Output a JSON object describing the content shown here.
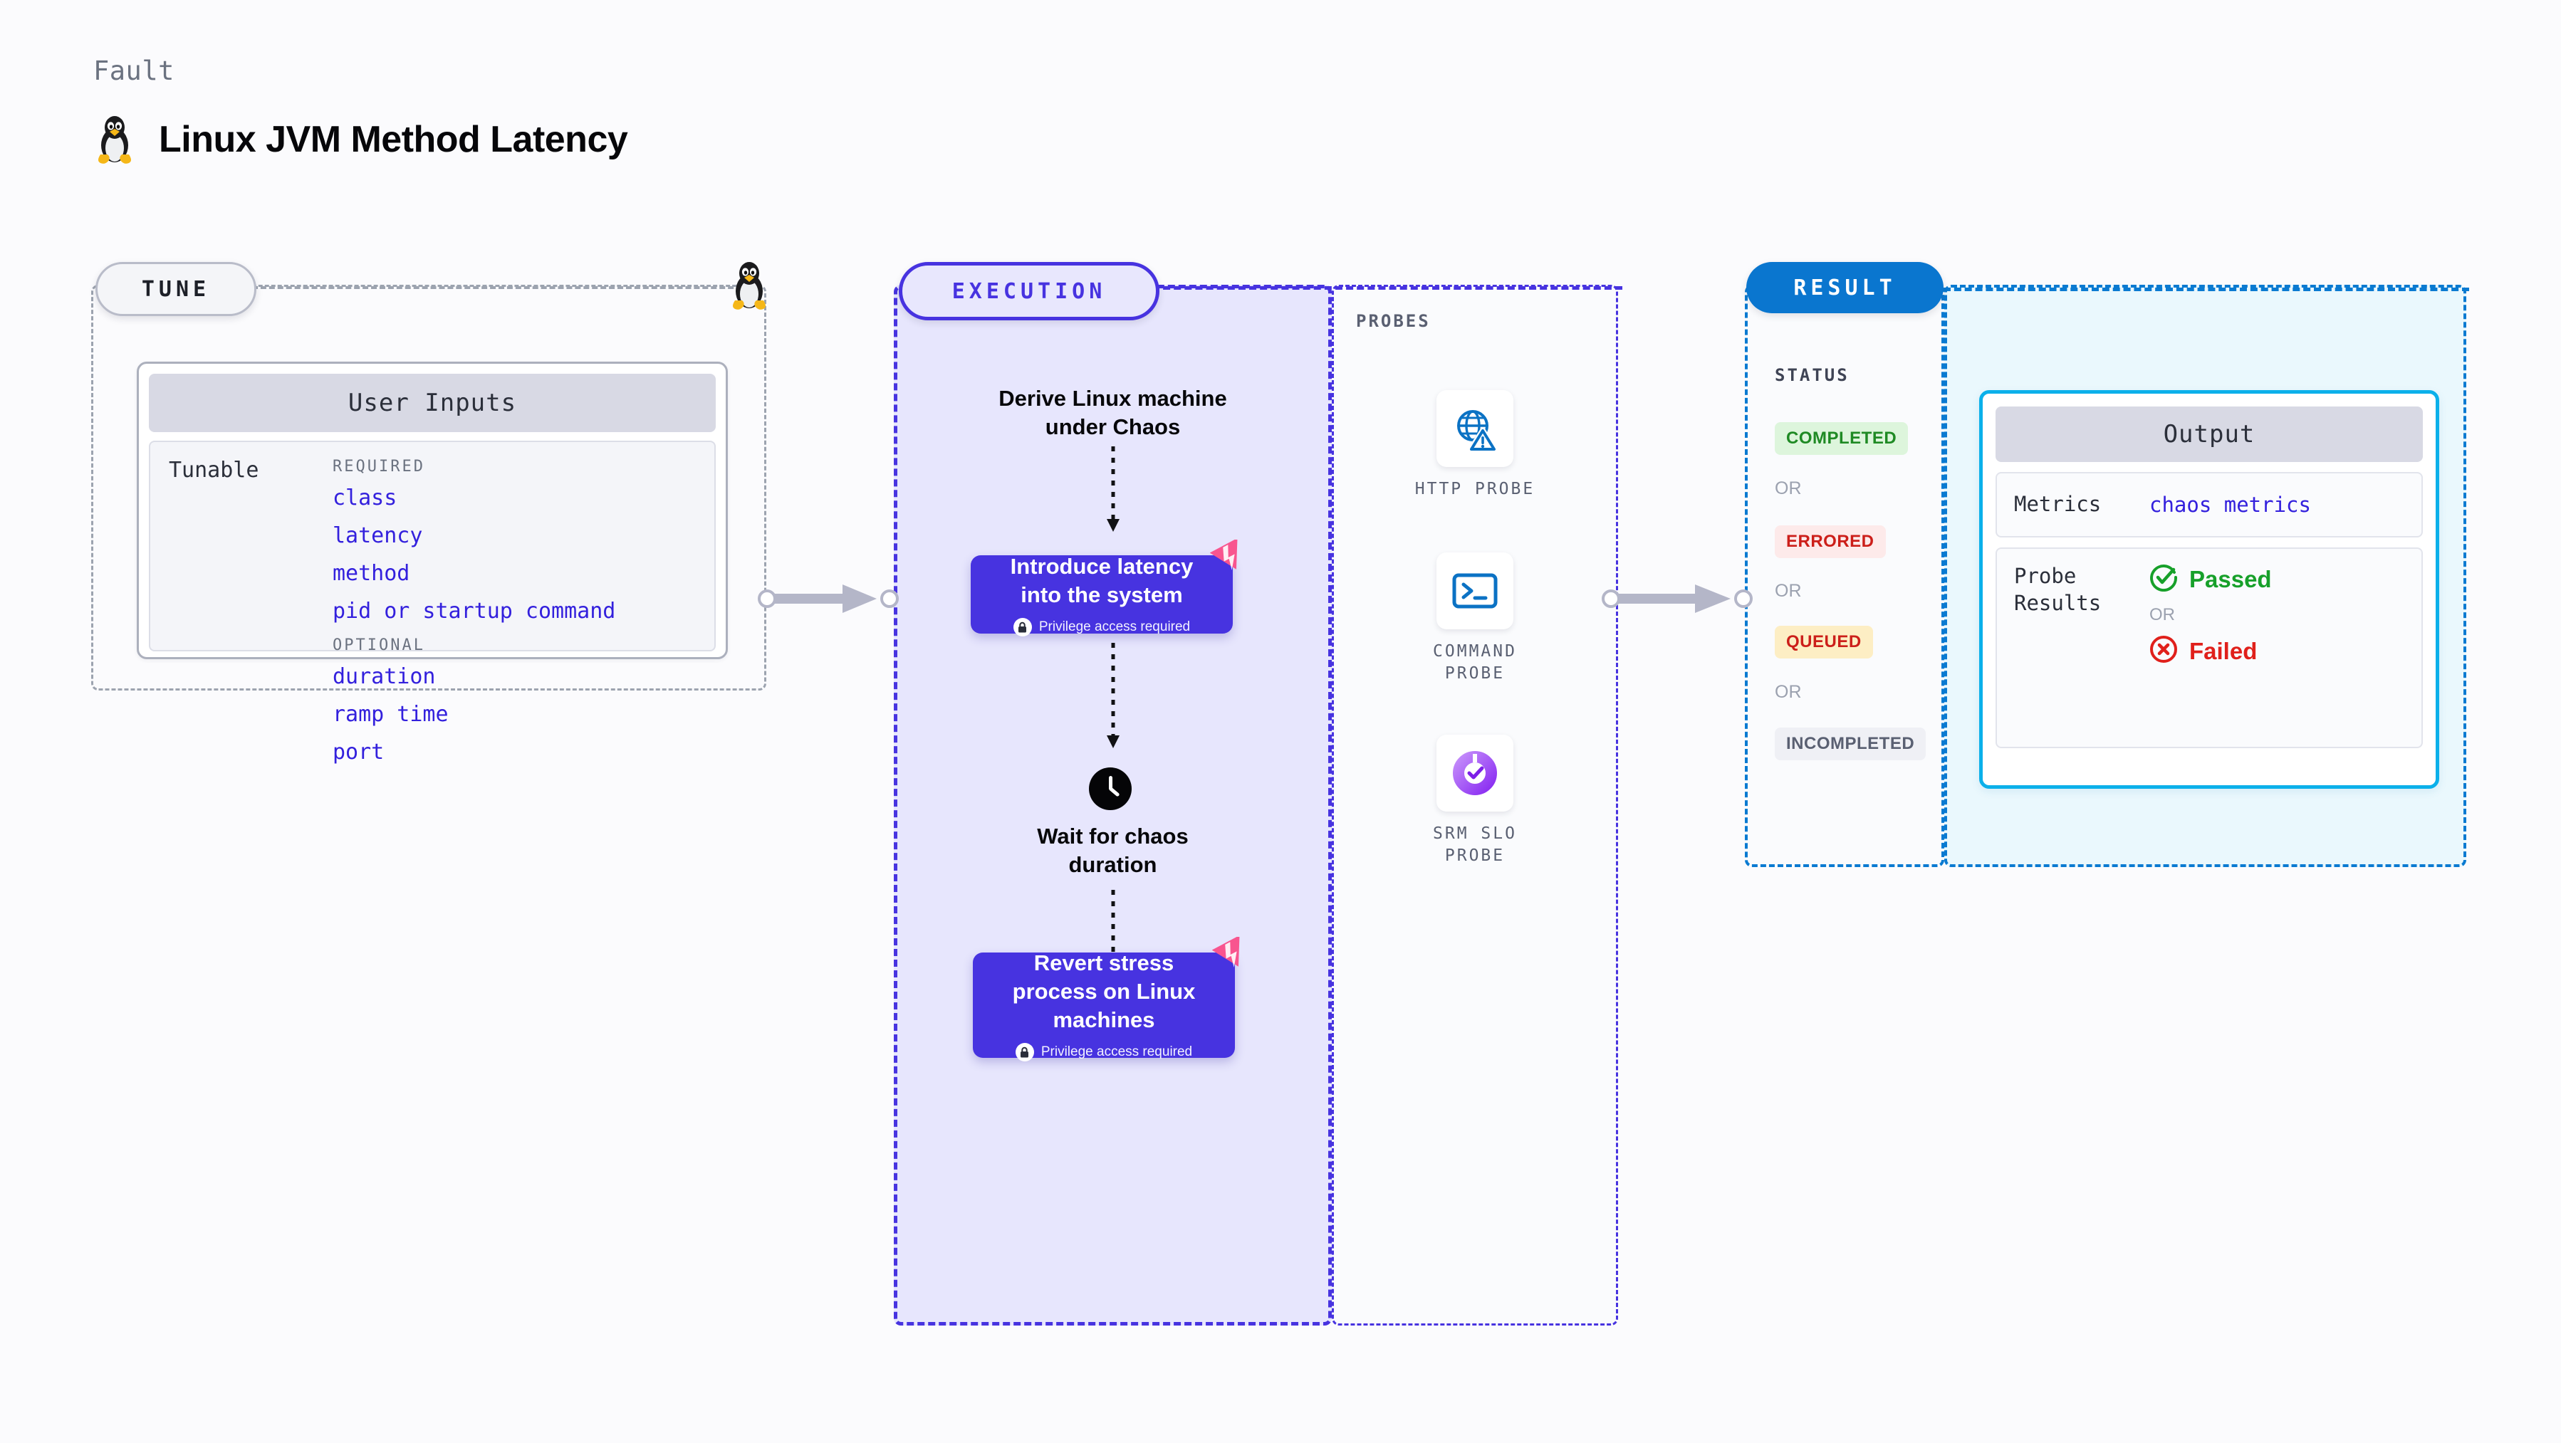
{
  "header": {
    "kicker": "Fault",
    "title": "Linux JVM Method Latency",
    "icon": "linux-penguin-icon"
  },
  "tune": {
    "pill_label": "TUNE",
    "card_title": "User Inputs",
    "tunable_label": "Tunable",
    "groups": [
      {
        "title": "REQUIRED",
        "params": [
          "class",
          "latency",
          "method",
          "pid or startup command"
        ]
      },
      {
        "title": "OPTIONAL",
        "params": [
          "duration",
          "ramp time",
          "port"
        ]
      }
    ]
  },
  "execution": {
    "pill_label": "EXECUTION",
    "step1_text": "Derive Linux machine\nunder Chaos",
    "card1": {
      "title": "Introduce latency\ninto the system",
      "privilege": "Privilege access required",
      "lock_icon": "lock-icon",
      "corner_icon": "harness-chaos-badge-icon"
    },
    "wait_text": "Wait for chaos\nduration",
    "clock_icon": "clock-icon",
    "card2": {
      "title": "Revert stress\nprocess on Linux\nmachines",
      "privilege": "Privilege access required",
      "lock_icon": "lock-icon",
      "corner_icon": "harness-chaos-badge-icon"
    }
  },
  "probes": {
    "section_label": "PROBES",
    "items": [
      {
        "label": "HTTP PROBE",
        "icon": "globe-warning-icon"
      },
      {
        "label": "COMMAND\nPROBE",
        "icon": "terminal-icon"
      },
      {
        "label": "SRM SLO\nPROBE",
        "icon": "srm-slo-donut-icon"
      }
    ]
  },
  "result": {
    "pill_label": "RESULT",
    "status_label": "STATUS",
    "or_label": "OR",
    "statuses": [
      {
        "text": "COMPLETED",
        "bg": "#ddf5dc",
        "fg": "#1f8a24"
      },
      {
        "text": "ERRORED",
        "bg": "#fdeaea",
        "fg": "#cc1f1a"
      },
      {
        "text": "QUEUED",
        "bg": "#fdeec4",
        "fg": "#cc1f1a"
      },
      {
        "text": "INCOMPLETED",
        "bg": "#eff0f5",
        "fg": "#5a6072"
      }
    ],
    "output": {
      "card_title": "Output",
      "metrics_key": "Metrics",
      "metrics_value": "chaos metrics",
      "probe_results_key": "Probe\nResults",
      "passed_label": "Passed",
      "failed_label": "Failed",
      "or_label": "OR",
      "passed_icon": "check-circle-icon",
      "failed_icon": "x-circle-icon"
    }
  },
  "colors": {
    "accent_purple": "#4733e0",
    "accent_blue": "#0a76cf",
    "accent_cyan": "#0bb0ea",
    "param_blue": "#3320dd",
    "pink_badge": "#f8558f",
    "connector_gray": "#b4b6c8"
  }
}
